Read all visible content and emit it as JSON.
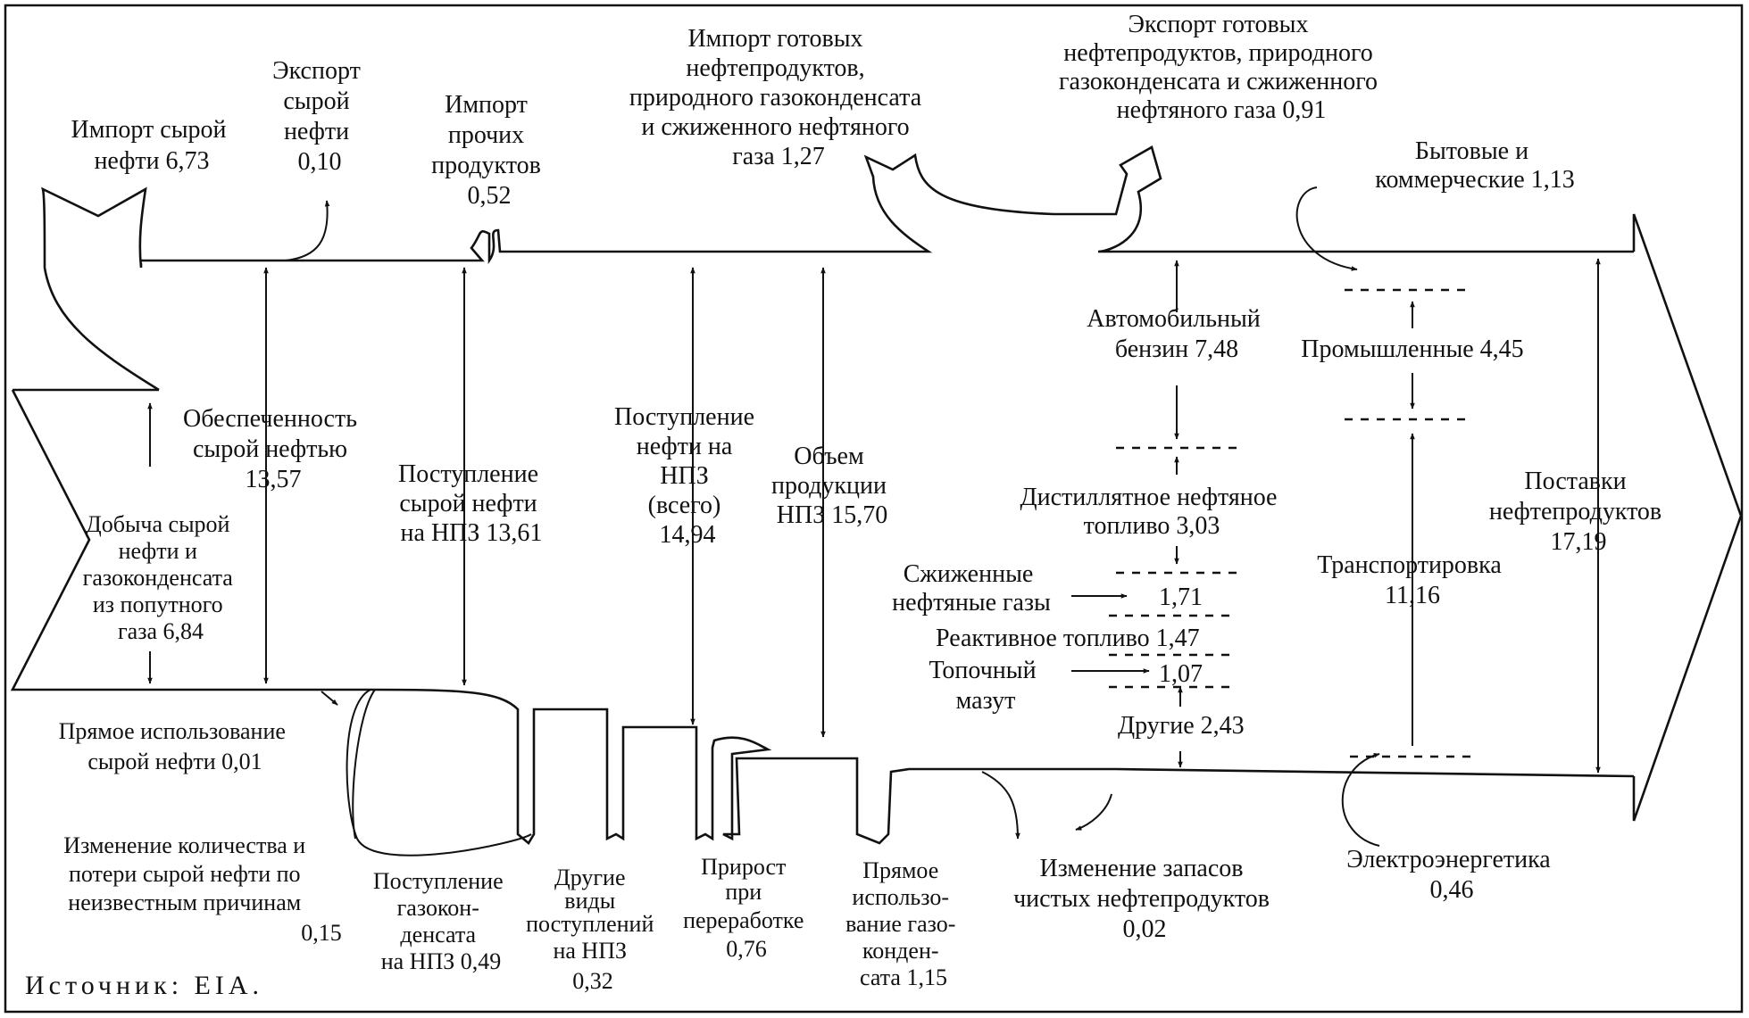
{
  "source": "Источник: EIA.",
  "labels": {
    "import_crude": [
      "Импорт сырой",
      "нефти 6,73"
    ],
    "export_crude": [
      "Экспорт",
      "сырой",
      "нефти",
      "0,10"
    ],
    "import_other": [
      "Импорт",
      "прочих",
      "продуктов",
      "0,52"
    ],
    "import_products": [
      "Импорт готовых",
      "нефтепродуктов,",
      "природного газоконденсата",
      "и сжиженного нефтяного",
      "газа 1,27"
    ],
    "export_products": [
      "Экспорт готовых",
      "нефтепродуктов, природного",
      "газоконденсата и сжиженного",
      "нефтяного газа 0,91"
    ],
    "residential": [
      "Бытовые и",
      "коммерческие 1,13"
    ],
    "gasoline": [
      "Автомобильный",
      "бензин 7,48"
    ],
    "industrial": [
      "Промышленные 4,45"
    ],
    "crude_supply": [
      "Обеспеченность",
      "сырой нефтью",
      "13,57"
    ],
    "production": [
      "Добыча сырой",
      "нефти и",
      "газоконденсата",
      "из попутного",
      "газа 6,84"
    ],
    "refinery_crude": [
      "Поступление",
      "сырой нефти",
      "на НПЗ 13,61"
    ],
    "refinery_total": [
      "Поступление",
      "нефти на",
      "НПЗ",
      "(всего)",
      "14,94"
    ],
    "refinery_output": [
      "Объем",
      "продукции",
      "НПЗ 15,70"
    ],
    "distillate": [
      "Дистиллятное нефтяное",
      "топливо 3,03"
    ],
    "lpg_label": [
      "Сжиженные",
      "нефтяные газы"
    ],
    "lpg_value": "1,71",
    "jet_fuel": "Реактивное топливо 1,47",
    "residual_label": [
      "Топочный",
      "мазут"
    ],
    "residual_value": "1,07",
    "other": "Другие 2,43",
    "transport": [
      "Транспортировка",
      "11,16"
    ],
    "deliveries": [
      "Поставки",
      "нефтепродуктов",
      "17,19"
    ],
    "direct_crude": [
      "Прямое использование",
      "сырой нефти 0,01"
    ],
    "crude_losses": [
      "Изменение количества и",
      "потери сырой нефти по",
      "неизвестным причинам",
      "0,15"
    ],
    "ngl_input": [
      "Поступление",
      "газокон-",
      "денсата",
      "на НПЗ 0,49"
    ],
    "other_input": [
      "Другие",
      "виды",
      "поступлений",
      "на НПЗ",
      "0,32"
    ],
    "processing_gain": [
      "Прирост",
      "при",
      "переработке",
      "0,76"
    ],
    "direct_ngl": [
      "Прямое",
      "использо-",
      "вание газо-",
      "конден-",
      "сата 1,15"
    ],
    "stock_change": [
      "Изменение запасов",
      "чистых нефтепродуктов",
      "0,02"
    ],
    "electric": [
      "Электроэнергетика",
      "0,46"
    ]
  }
}
